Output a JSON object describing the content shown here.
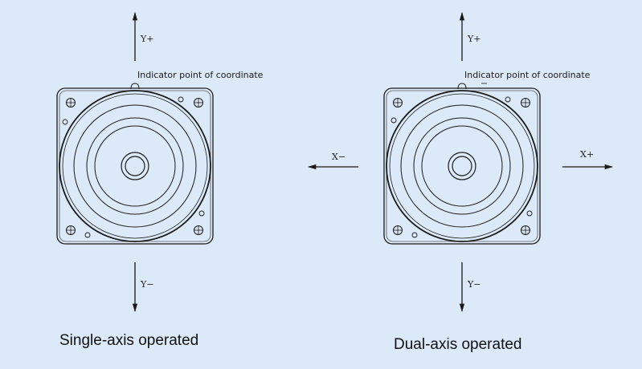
{
  "left_diagram": {
    "axis_labels": {
      "y_plus": "Y+",
      "y_minus": "Y−"
    },
    "indicator_note": "Indicator point of coordinate",
    "caption": "Single-axis operated"
  },
  "right_diagram": {
    "axis_labels": {
      "y_plus": "Y+",
      "y_minus": "Y−",
      "x_minus": "X−",
      "x_plus": "X+"
    },
    "indicator_note": "Indicator point of coordinate",
    "caption": "Dual-axis operated"
  },
  "colors": {
    "background": "#dce9f8",
    "line": "#1a1a1a"
  }
}
